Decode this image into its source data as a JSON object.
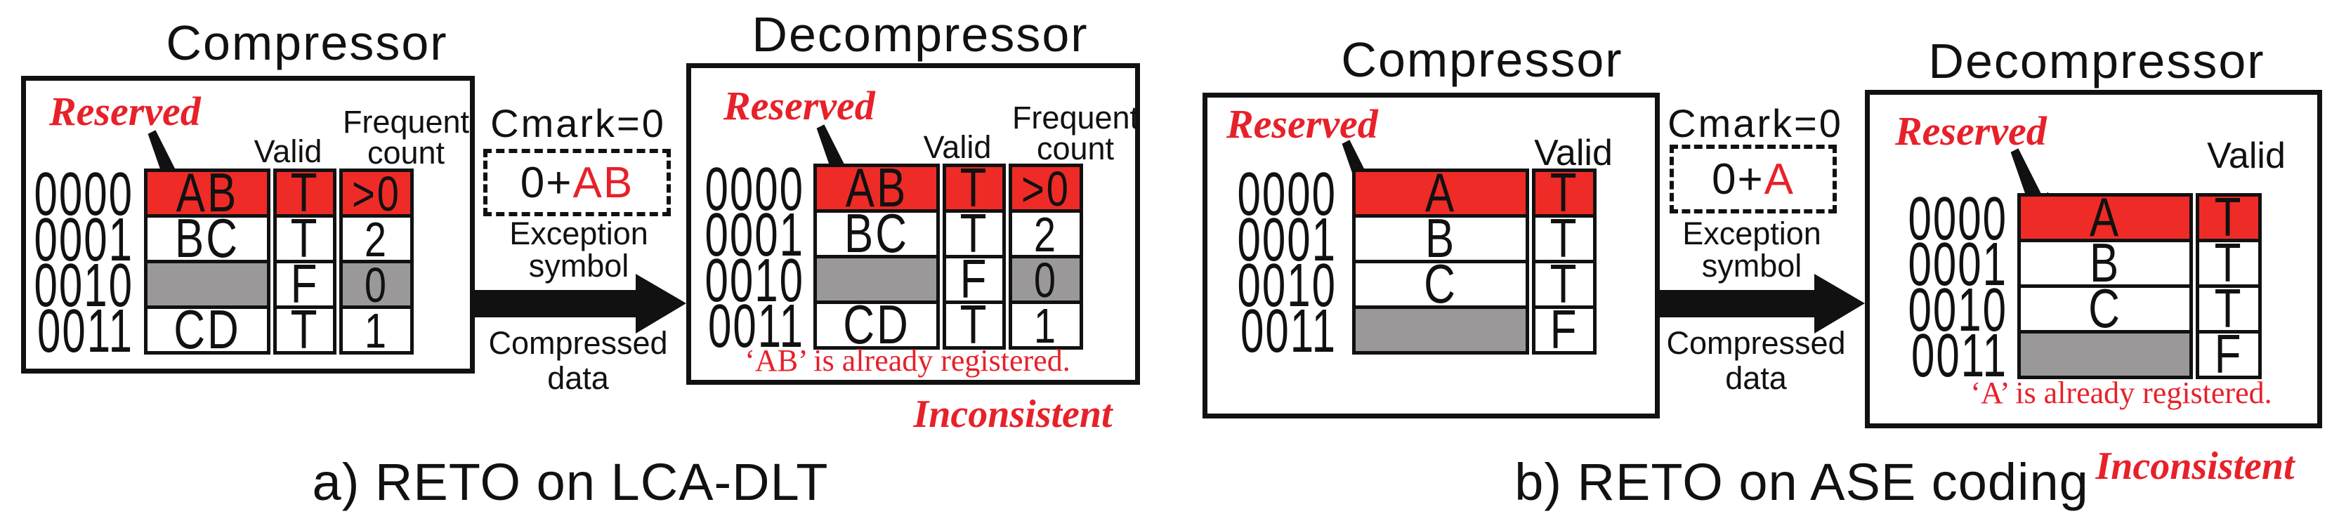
{
  "colors": {
    "red_text": "#e7212a",
    "red_fill": "#ee2b26",
    "gray_fill": "#9b989a",
    "ink": "#111111"
  },
  "panels": [
    {
      "caption": "a) RETO on LCA-DLT",
      "inconsistent_label": "Inconsistent",
      "compressor": {
        "title": "Compressor",
        "reserved_label": "Reserved",
        "valid_header": "Valid",
        "frequent_header_line1": "Frequent",
        "frequent_header_line2": "count",
        "addresses": [
          "0000",
          "0001",
          "0010",
          "0011"
        ],
        "rows": [
          {
            "symbol": "AB",
            "symbol_hl": "red",
            "valid": "T",
            "valid_hl": "red",
            "count": ">0",
            "count_hl": "red"
          },
          {
            "symbol": "BC",
            "symbol_hl": "none",
            "valid": "T",
            "valid_hl": "none",
            "count": "2",
            "count_hl": "none"
          },
          {
            "symbol": "",
            "symbol_hl": "gray",
            "valid": "F",
            "valid_hl": "none",
            "count": "0",
            "count_hl": "gray"
          },
          {
            "symbol": "CD",
            "symbol_hl": "none",
            "valid": "T",
            "valid_hl": "none",
            "count": "1",
            "count_hl": "none"
          }
        ]
      },
      "flow": {
        "cmark_label": "Cmark=0",
        "exception_code_prefix": "0+",
        "exception_code_symbol": "AB",
        "exception_label_line1": "Exception",
        "exception_label_line2": "symbol",
        "arrow_label_line1": "Compressed",
        "arrow_label_line2": "data"
      },
      "decompressor": {
        "title": "Decompressor",
        "reserved_label": "Reserved",
        "valid_header": "Valid",
        "frequent_header_line1": "Frequent",
        "frequent_header_line2": "count",
        "addresses": [
          "0000",
          "0001",
          "0010",
          "0011"
        ],
        "rows": [
          {
            "symbol": "AB",
            "symbol_hl": "red",
            "valid": "T",
            "valid_hl": "red",
            "count": ">0",
            "count_hl": "red"
          },
          {
            "symbol": "BC",
            "symbol_hl": "none",
            "valid": "T",
            "valid_hl": "none",
            "count": "2",
            "count_hl": "none"
          },
          {
            "symbol": "",
            "symbol_hl": "gray",
            "valid": "F",
            "valid_hl": "none",
            "count": "0",
            "count_hl": "gray"
          },
          {
            "symbol": "CD",
            "symbol_hl": "none",
            "valid": "T",
            "valid_hl": "none",
            "count": "1",
            "count_hl": "none"
          }
        ],
        "note": "‘AB’ is already registered."
      }
    },
    {
      "caption": "b) RETO on ASE coding",
      "inconsistent_label": "Inconsistent",
      "compressor": {
        "title": "Compressor",
        "reserved_label": "Reserved",
        "valid_header": "Valid",
        "addresses": [
          "0000",
          "0001",
          "0010",
          "0011"
        ],
        "rows": [
          {
            "symbol": "A",
            "symbol_hl": "red",
            "valid": "T",
            "valid_hl": "red"
          },
          {
            "symbol": "B",
            "symbol_hl": "none",
            "valid": "T",
            "valid_hl": "none"
          },
          {
            "symbol": "C",
            "symbol_hl": "none",
            "valid": "T",
            "valid_hl": "none"
          },
          {
            "symbol": "",
            "symbol_hl": "gray",
            "valid": "F",
            "valid_hl": "none"
          }
        ]
      },
      "flow": {
        "cmark_label": "Cmark=0",
        "exception_code_prefix": "0+",
        "exception_code_symbol": "A",
        "exception_label_line1": "Exception",
        "exception_label_line2": "symbol",
        "arrow_label_line1": "Compressed",
        "arrow_label_line2": "data"
      },
      "decompressor": {
        "title": "Decompressor",
        "reserved_label": "Reserved",
        "valid_header": "Valid",
        "addresses": [
          "0000",
          "0001",
          "0010",
          "0011"
        ],
        "rows": [
          {
            "symbol": "A",
            "symbol_hl": "red",
            "valid": "T",
            "valid_hl": "red"
          },
          {
            "symbol": "B",
            "symbol_hl": "none",
            "valid": "T",
            "valid_hl": "none"
          },
          {
            "symbol": "C",
            "symbol_hl": "none",
            "valid": "T",
            "valid_hl": "none"
          },
          {
            "symbol": "",
            "symbol_hl": "gray",
            "valid": "F",
            "valid_hl": "none"
          }
        ],
        "note": "‘A’ is already registered."
      }
    }
  ]
}
